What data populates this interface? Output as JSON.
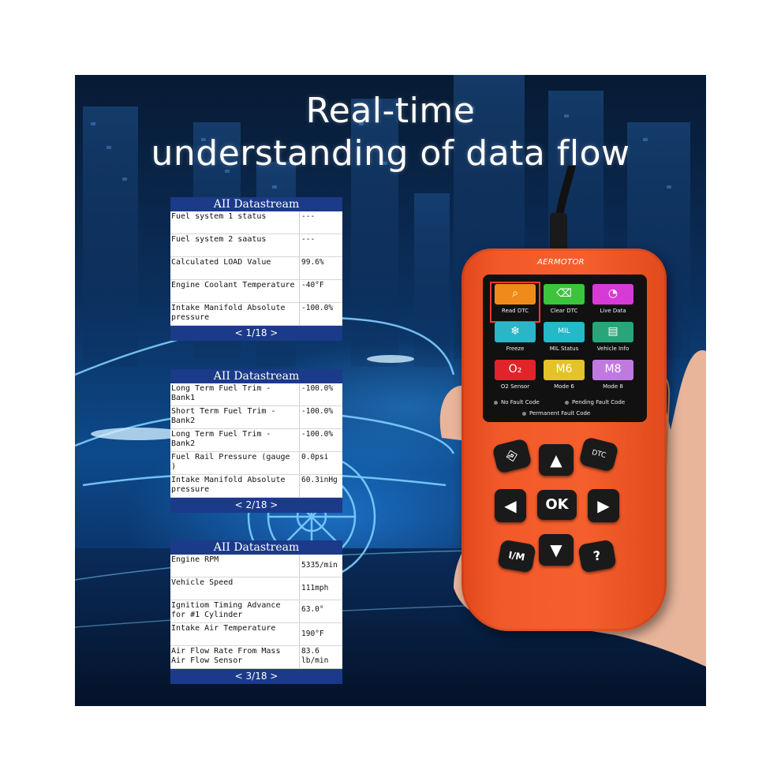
{
  "headline": {
    "line1": "Real-time",
    "line2": "understanding of data flow"
  },
  "panels": [
    {
      "title": "AII Datastream",
      "rows": [
        {
          "name": "Fuel system 1 status",
          "value": "---"
        },
        {
          "name": "Fuel system 2 saatus",
          "value": "---"
        },
        {
          "name": "Calculated LOAD Value",
          "value": "99.6%"
        },
        {
          "name": "Engine Coolant Temperature",
          "value": "-40°F"
        },
        {
          "name": "Intake Manifold Absolute pressure",
          "value": "-100.0%"
        }
      ],
      "pager": "< 1/18 >"
    },
    {
      "title": "AII Datastream",
      "rows": [
        {
          "name": "Long Term Fuel Trim - Bank1",
          "value": "-100.0%"
        },
        {
          "name": "Short Term Fuel Trim - Bank2",
          "value": "-100.0%"
        },
        {
          "name": "Long Term Fuel Trim - Bank2",
          "value": "-100.0%"
        },
        {
          "name": "Fuel Rail Pressure (gauge )",
          "value": "0.0psi"
        },
        {
          "name": "Intake Manifold Absolute pressure",
          "value": "60.3inHg"
        }
      ],
      "pager": "< 2/18 >"
    },
    {
      "title": "AII Datastream",
      "rows": [
        {
          "name": "Engine RPM",
          "value": "5335/min"
        },
        {
          "name": "Vehicle Speed",
          "value": "111mph"
        },
        {
          "name": "Ignitiom Timing Advance for #1 Cylinder",
          "value": "63.0°"
        },
        {
          "name": "Intake Air Temperature",
          "value": "190°F"
        },
        {
          "name": "Air Flow Rate From Mass Air Flow Sensor",
          "value": "83.6 lb/min"
        }
      ],
      "pager": "< 3/18 >"
    }
  ],
  "device": {
    "brand": "AERMOTOR",
    "menu": [
      {
        "label": "Read DTC",
        "color": "#f08a1a",
        "icon": "car-search-icon",
        "glyph": "⌕",
        "selected": true
      },
      {
        "label": "Clear DTC",
        "color": "#3cc43c",
        "icon": "eraser-icon",
        "glyph": "⌫",
        "selected": false
      },
      {
        "label": "Live Data",
        "color": "#d63bd6",
        "icon": "gauge-icon",
        "glyph": "◔",
        "selected": false
      },
      {
        "label": "Freeze",
        "color": "#2bb5c8",
        "icon": "snowflake-icon",
        "glyph": "❄",
        "selected": false
      },
      {
        "label": "MIL Status",
        "color": "#24b8c9",
        "icon": "engine-icon",
        "glyph": "MIL",
        "selected": false
      },
      {
        "label": "Vehicle Info",
        "color": "#2aa57a",
        "icon": "vehicle-info-icon",
        "glyph": "▤",
        "selected": false
      },
      {
        "label": "O2 Sensor",
        "color": "#e0242a",
        "icon": "o2-sensor-icon",
        "glyph": "O₂",
        "selected": false
      },
      {
        "label": "Mode 6",
        "color": "#e3c22a",
        "icon": "mode6-icon",
        "glyph": "M6",
        "selected": false
      },
      {
        "label": "Mode 8",
        "color": "#c07adf",
        "icon": "mode8-icon",
        "glyph": "M8",
        "selected": false
      }
    ],
    "status": {
      "no_fault": "No Fault Code",
      "pending": "Pending Fault Code",
      "permanent": "Permanent Fault Code"
    },
    "buttons": {
      "exit": "exit-icon",
      "up": "▲",
      "dtc": "DTC",
      "left": "◀",
      "ok": "OK",
      "right": "▶",
      "im": "I/M",
      "down": "▼",
      "help": "?"
    }
  }
}
